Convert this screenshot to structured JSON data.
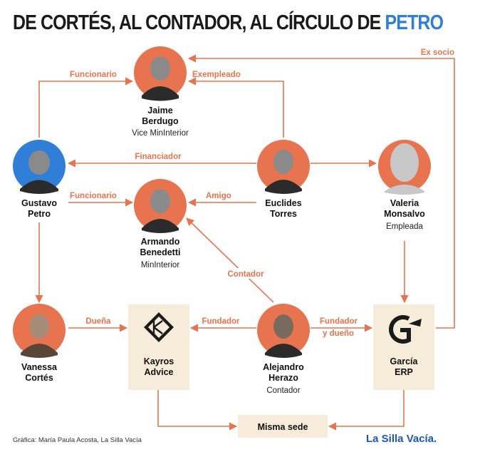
{
  "title": {
    "main": "DE CORTÉS, AL CONTADOR, AL CÍRCULO DE ",
    "accent": "PETRO"
  },
  "colors": {
    "accent_orange": "#e8744f",
    "accent_blue": "#2f7fd8",
    "box_beige": "#f7ecd9",
    "placeholder_gray": "#c8c8c8"
  },
  "nodes": {
    "jaime": {
      "name_1": "Jaime",
      "name_2": "Berdugo",
      "role": "Vice MinInterior"
    },
    "gustavo": {
      "name_1": "Gustavo",
      "name_2": "Petro"
    },
    "armando": {
      "name_1": "Armando",
      "name_2": "Benedetti",
      "role": "MinInterior"
    },
    "euclides": {
      "name_1": "Euclides",
      "name_2": "Torres"
    },
    "valeria": {
      "name_1": "Valeria",
      "name_2": "Monsalvo",
      "role": "Empleada"
    },
    "vanessa": {
      "name_1": "Vanessa",
      "name_2": "Cortés"
    },
    "kayros": {
      "name_1": "Kayros",
      "name_2": "Advice"
    },
    "alejandro": {
      "name_1": "Alejandro",
      "name_2": "Herazo",
      "role": "Contador"
    },
    "garcia": {
      "name_1": "García",
      "name_2": "ERP"
    },
    "sede": {
      "label": "Misma sede"
    }
  },
  "edges": {
    "gustavo_jaime": "Funcionario",
    "euclides_jaime": "Exempleado",
    "garcia_jaime": "Ex socio",
    "euclides_gustavo": "Financiador",
    "gustavo_armando": "Funcionario",
    "euclides_armando": "Amigo",
    "alejandro_armando": "Contador",
    "vanessa_kayros": "Dueña",
    "alejandro_kayros": "Fundador",
    "alejandro_garcia_1": "Fundador",
    "alejandro_garcia_2": "y dueño"
  },
  "footer": {
    "credit": "Gráfica: María Paula Acosta, La Silla Vacía",
    "brand": "La Silla Vacía."
  }
}
